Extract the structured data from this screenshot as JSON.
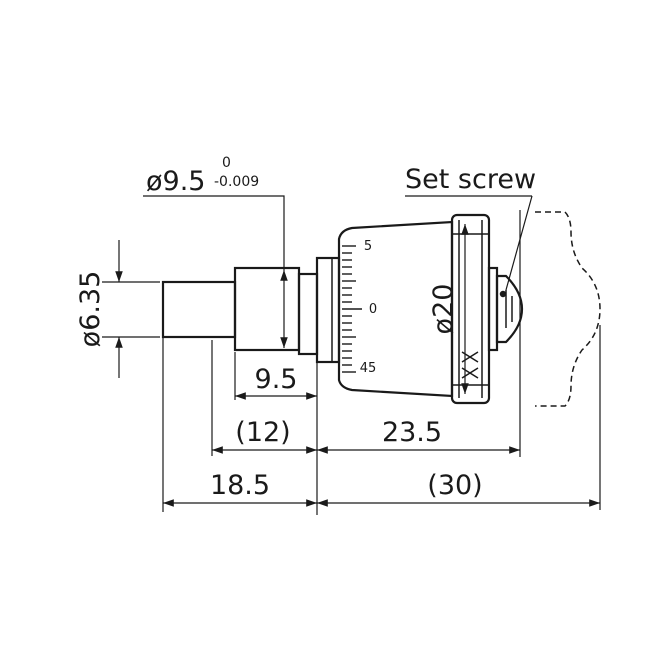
{
  "drawing": {
    "shaft_diameter": "ø6.35",
    "spindle_diameter": "ø9.5",
    "spindle_tol_upper": "0",
    "spindle_tol_lower": "-0.009",
    "thimble_diameter": "ø20",
    "set_screw_label": "Set screw",
    "scale_marks": [
      "5",
      "0",
      "45"
    ],
    "dim_spindle_length": "9.5",
    "dim_12": "(12)",
    "dim_23_5": "23.5",
    "dim_18_5": "18.5",
    "dim_30": "(30)"
  }
}
